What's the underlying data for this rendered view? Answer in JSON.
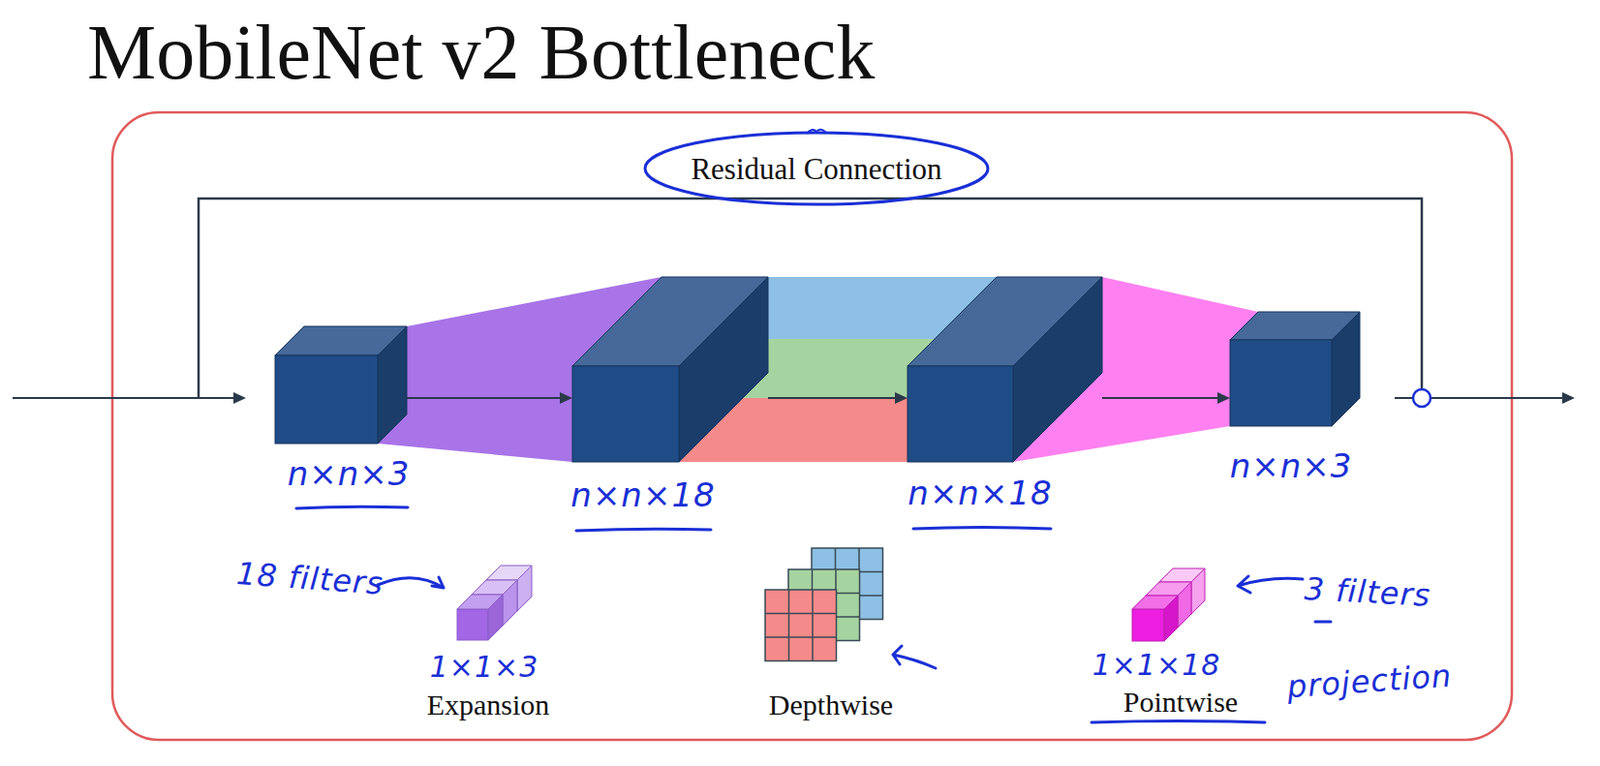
{
  "diagram": {
    "title": "MobileNet v2 Bottleneck",
    "nodes": [
      {
        "text": [
          "n×n×3"
        ]
      },
      {
        "text": [
          "n×n×18"
        ]
      },
      {
        "text": [
          "n×n×18"
        ]
      },
      {
        "text": [
          "n×n×3"
        ]
      }
    ],
    "edges": [
      {
        "from": 0,
        "to": 1,
        "arrow": "to"
      },
      {
        "from": 1,
        "to": 2,
        "arrow": "to"
      },
      {
        "from": 2,
        "to": 3,
        "arrow": "to"
      }
    ],
    "labels": [
      "Residual Connection",
      "18 filters",
      "1×1×3",
      "Expansion",
      "Depthwise",
      "1×1×18",
      "Pointwise",
      "3 filters",
      "projection"
    ]
  }
}
